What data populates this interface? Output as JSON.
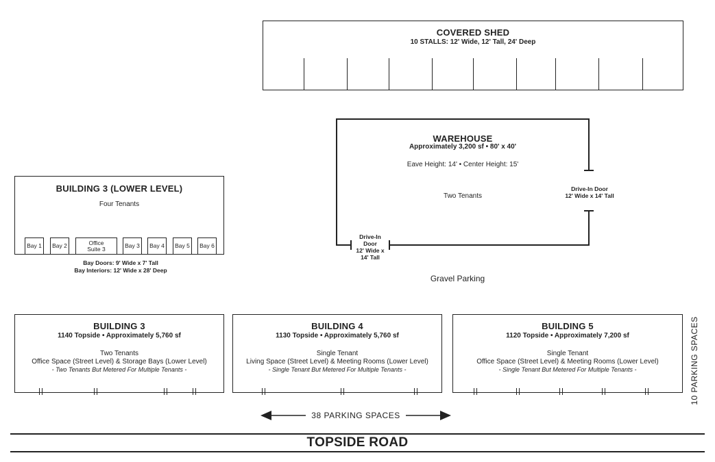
{
  "covered_shed": {
    "title": "COVERED SHED",
    "subtitle": "10 STALLS: 12' Wide, 12' Tall, 24' Deep"
  },
  "warehouse": {
    "title": "WAREHOUSE",
    "subtitle": "Approximately 3,200 sf • 80' x 40'",
    "heights": "Eave Height: 14' • Center Height: 15'",
    "tenants": "Two Tenants",
    "door_right_line1": "Drive-In Door",
    "door_right_line2": "12' Wide x 14' Tall",
    "door_bottom_line1": "Drive-In",
    "door_bottom_line2": "Door",
    "door_bottom_line3": "12' Wide x",
    "door_bottom_line4": "14' Tall"
  },
  "gravel_parking": "Gravel Parking",
  "building3_lower": {
    "title": "BUILDING 3 (LOWER LEVEL)",
    "tenants": "Four Tenants",
    "bays": [
      "Bay 1",
      "Bay 2",
      "Office Suite 3",
      "Bay 3",
      "Bay 4",
      "Bay 5",
      "Bay 6"
    ],
    "note1": "Bay Doors: 9' Wide x 7' Tall",
    "note2": "Bay Interiors: 12' Wide x 28' Deep"
  },
  "buildings": [
    {
      "title": "BUILDING 3",
      "subtitle": "1140 Topside • Approximately 5,760 sf",
      "tenants": "Two Tenants",
      "use": "Office Space (Street Level) & Storage Bays (Lower Level)",
      "meter": "- Two Tenants But Metered For Multiple Tenants -"
    },
    {
      "title": "BUILDING 4",
      "subtitle": "1130 Topside • Approximately 5,760 sf",
      "tenants": "Single Tenant",
      "use": "Living Space (Street Level) & Meeting Rooms (Lower Level)",
      "meter": "- Single Tenant But Metered For Multiple Tenants -"
    },
    {
      "title": "BUILDING 5",
      "subtitle": "1120 Topside • Approximately 7,200 sf",
      "tenants": "Single Tenant",
      "use": "Office Space (Street Level) & Meeting Rooms (Lower Level)",
      "meter": "- Single Tenant But Metered For Multiple Tenants -"
    }
  ],
  "parking_front": "38 PARKING SPACES",
  "parking_side": "10 PARKING SPACES",
  "road": "TOPSIDE ROAD"
}
